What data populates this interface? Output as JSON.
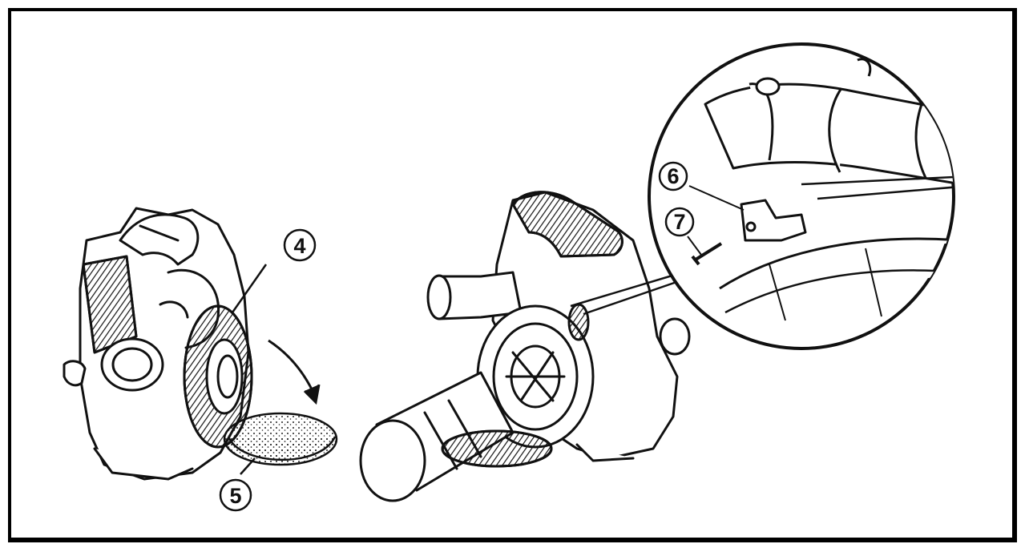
{
  "callouts": {
    "c4": "4",
    "c5": "5",
    "c6": "6",
    "c7": "7"
  },
  "colors": {
    "line": "#111111",
    "fill": "#ffffff",
    "border": "#000000"
  }
}
